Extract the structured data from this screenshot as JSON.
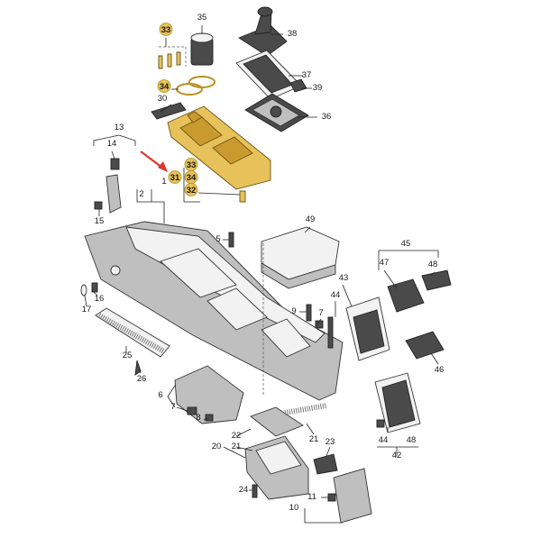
{
  "callouts": [
    {
      "id": "c33a",
      "text": "33",
      "highlight": true
    },
    {
      "id": "c35",
      "text": "35",
      "highlight": false
    },
    {
      "id": "c38",
      "text": "38",
      "highlight": false
    },
    {
      "id": "c37",
      "text": "37",
      "highlight": false
    },
    {
      "id": "c39",
      "text": "39",
      "highlight": false
    },
    {
      "id": "c34a",
      "text": "34",
      "highlight": true
    },
    {
      "id": "c30",
      "text": "30",
      "highlight": false
    },
    {
      "id": "c36",
      "text": "36",
      "highlight": false
    },
    {
      "id": "c13",
      "text": "13",
      "highlight": false
    },
    {
      "id": "c14",
      "text": "14",
      "highlight": false
    },
    {
      "id": "c33b",
      "text": "33",
      "highlight": true
    },
    {
      "id": "c31",
      "text": "31",
      "highlight": true
    },
    {
      "id": "c34b",
      "text": "34",
      "highlight": true
    },
    {
      "id": "c32",
      "text": "32",
      "highlight": true
    },
    {
      "id": "c1",
      "text": "1",
      "highlight": false
    },
    {
      "id": "c2",
      "text": "2",
      "highlight": false
    },
    {
      "id": "c15",
      "text": "15",
      "highlight": false
    },
    {
      "id": "c49",
      "text": "49",
      "highlight": false
    },
    {
      "id": "c5",
      "text": "5",
      "highlight": false
    },
    {
      "id": "c45",
      "text": "45",
      "highlight": false
    },
    {
      "id": "c47",
      "text": "47",
      "highlight": false
    },
    {
      "id": "c48a",
      "text": "48",
      "highlight": false
    },
    {
      "id": "c43",
      "text": "43",
      "highlight": false
    },
    {
      "id": "c44a",
      "text": "44",
      "highlight": false
    },
    {
      "id": "c16",
      "text": "16",
      "highlight": false
    },
    {
      "id": "c17",
      "text": "17",
      "highlight": false
    },
    {
      "id": "c9",
      "text": "9",
      "highlight": false
    },
    {
      "id": "c7a",
      "text": "7",
      "highlight": false
    },
    {
      "id": "c46",
      "text": "46",
      "highlight": false
    },
    {
      "id": "c25",
      "text": "25",
      "highlight": false
    },
    {
      "id": "c26",
      "text": "26",
      "highlight": false
    },
    {
      "id": "c6",
      "text": "6",
      "highlight": false
    },
    {
      "id": "c7b",
      "text": "7",
      "highlight": false
    },
    {
      "id": "c8",
      "text": "8",
      "highlight": false
    },
    {
      "id": "c22",
      "text": "22",
      "highlight": false
    },
    {
      "id": "c20",
      "text": "20",
      "highlight": false
    },
    {
      "id": "c21a",
      "text": "21",
      "highlight": false
    },
    {
      "id": "c21b",
      "text": "21",
      "highlight": false
    },
    {
      "id": "c23",
      "text": "23",
      "highlight": false
    },
    {
      "id": "c44b",
      "text": "44",
      "highlight": false
    },
    {
      "id": "c48b",
      "text": "48",
      "highlight": false
    },
    {
      "id": "c42",
      "text": "42",
      "highlight": false
    },
    {
      "id": "c24",
      "text": "24",
      "highlight": false
    },
    {
      "id": "c11",
      "text": "11",
      "highlight": false
    },
    {
      "id": "c10",
      "text": "10",
      "highlight": false
    }
  ],
  "colors": {
    "highlight_fill": "#e7c15a",
    "highlight_border": "#b8901e",
    "arrow": "#e0342b",
    "line": "#222222"
  }
}
